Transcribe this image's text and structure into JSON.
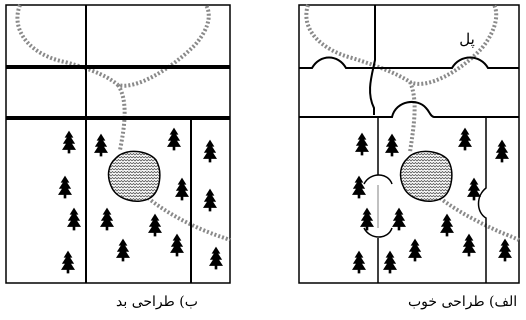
{
  "figure": {
    "panel_good": {
      "caption": "الف) طراحی خوب",
      "bridge_label": "پل"
    },
    "panel_bad": {
      "caption": "ب) طراحی بد"
    },
    "colors": {
      "ink": "#000000",
      "trail": "#8a8a8a",
      "background": "#ffffff"
    },
    "icons": [
      "tree-icon",
      "lake-icon",
      "trail",
      "bridge"
    ]
  }
}
